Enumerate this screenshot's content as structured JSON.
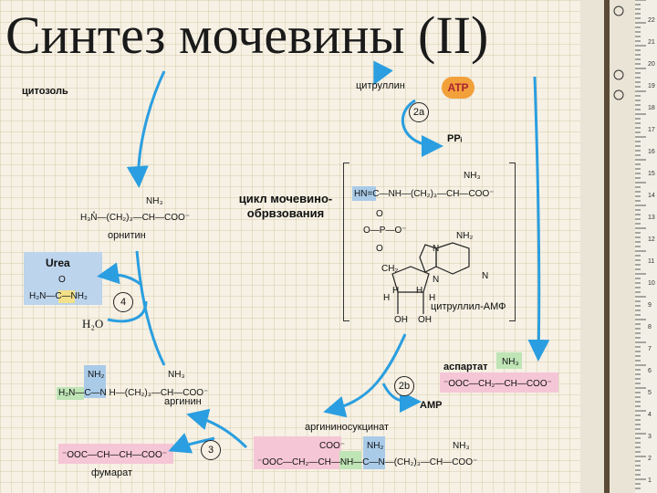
{
  "title": "Синтез мочевины (II)",
  "labels": {
    "cytosol": "цитозоль",
    "citrulline": "цитруллин",
    "atp": "ATP",
    "ppi": "PPᵢ",
    "cycle": "цикл мочевино- обрвзования",
    "ornithine": "орнитин",
    "urea": "Urea",
    "water": "H₂O",
    "citrullyl_amp": "цитруллил-АМФ",
    "aspartate": "аспартат",
    "amp": "AMP",
    "arginine": "аргинин",
    "argininosuccinate": "аргининосукцинат",
    "fumarate": "фумарат"
  },
  "steps": [
    "2a",
    "4",
    "2b",
    "3"
  ],
  "formulas": {
    "ornithine_main": "H₃N̊—(CH₂)₃—CH—COO⁻",
    "ornithine_top": "NH₃",
    "urea_o": "O",
    "urea_main": "H₂N—C—NH₂",
    "cit_top": "NH₃",
    "cit_main": "HN=C—NH—(CH₂)₃—CH—COO⁻",
    "cit_p": "O—P—O⁻",
    "cit_o1": "O",
    "cit_o2": "O",
    "cit_ch2": "CH₂",
    "nh2": "NH₂",
    "h": "H",
    "oh": "OH",
    "n": "N",
    "aspartate_top": "NH₃",
    "aspartate_main": "⁻OOC—CH₂—CH—COO⁻",
    "arginine_top1": "NH₂",
    "arginine_top2": "NH₃",
    "arginine_main": "H₂N—C—N H—(CH₂)₃—CH—COO⁻",
    "fumarate_main": "⁻OOC—CH—CH—COO⁻",
    "asuc_top1": "COO⁻",
    "asuc_top2": "NH₂",
    "asuc_top3": "NH₃",
    "asuc_main": "⁻OOC—CH₂—CH—NH—C—N—(CH₂)₃—CH—COO⁻"
  },
  "ruler": {
    "numbers": [
      "1",
      "2",
      "3",
      "4",
      "5",
      "6",
      "7",
      "8",
      "9",
      "10",
      "11",
      "12",
      "13",
      "14",
      "15",
      "16",
      "17",
      "18",
      "19",
      "20",
      "21",
      "22"
    ]
  },
  "colors": {
    "arrow": "#2a9ee0",
    "atp": "#f2a03a",
    "urea_box": "#bcd4ec",
    "highlight_blue": "#a9cbe8",
    "highlight_green": "#bfe4b6",
    "highlight_pink": "#f5c6d6",
    "highlight_yellow": "#f3e08a"
  }
}
